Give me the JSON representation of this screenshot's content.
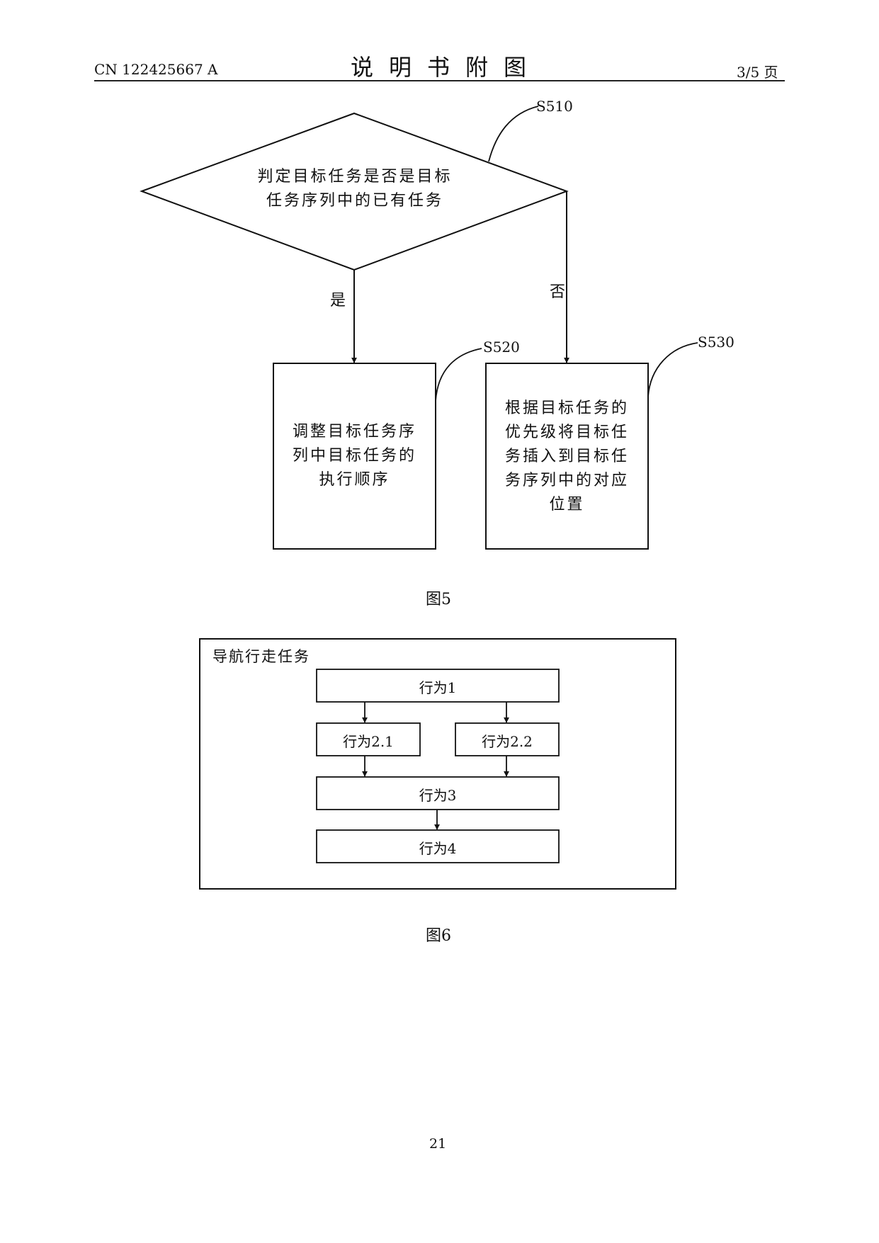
{
  "header": {
    "patent_number": "CN 122425667 A",
    "title": "说明书附图",
    "page_of": "3/5 页"
  },
  "figure5": {
    "decision": {
      "ref": "S510",
      "lines": [
        "判定目标任务是否是目标",
        "任务序列中的已有任务"
      ]
    },
    "yes_label": "是",
    "no_label": "否",
    "box_s520": {
      "ref": "S520",
      "lines": [
        "调整目标任务序",
        "列中目标任务的",
        "执行顺序"
      ]
    },
    "box_s530": {
      "ref": "S530",
      "lines": [
        "根据目标任务的",
        "优先级将目标任",
        "务插入到目标任",
        "务序列中的对应",
        "位置"
      ]
    },
    "caption": "图5"
  },
  "figure6": {
    "container_title": "导航行走任务",
    "boxes": {
      "b1": "行为1",
      "b21": "行为2.1",
      "b22": "行为2.2",
      "b3": "行为3",
      "b4": "行为4"
    },
    "caption": "图6"
  },
  "page_number": "21"
}
